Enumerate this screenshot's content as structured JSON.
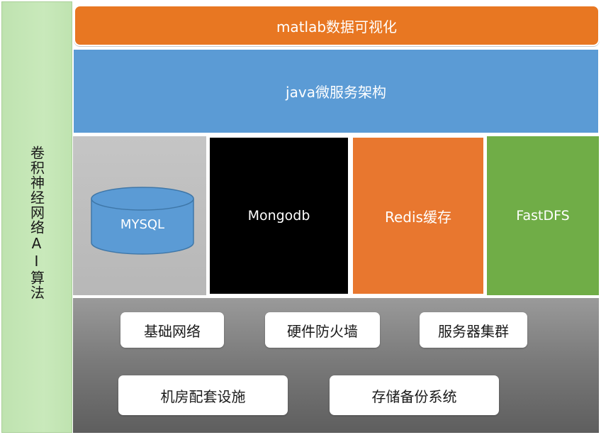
{
  "side": {
    "label": "卷积神经网络AI算法"
  },
  "top": {
    "label": "matlab数据可视化"
  },
  "service": {
    "label": "java微服务架构"
  },
  "storage": {
    "mysql": "MYSQL",
    "mongodb": "Mongodb",
    "redis": "Redis缓存",
    "fastdfs": "FastDFS"
  },
  "infra": {
    "items": [
      "基础网络",
      "硬件防火墙",
      "服务器集群",
      "机房配套设施",
      "存储备份系统"
    ]
  },
  "colors": {
    "orange": "#e87722",
    "blue": "#5b9bd5",
    "green": "#70ad47",
    "side_green": "#c9e9bb",
    "black": "#000000",
    "gray": "#7b7b7b"
  }
}
